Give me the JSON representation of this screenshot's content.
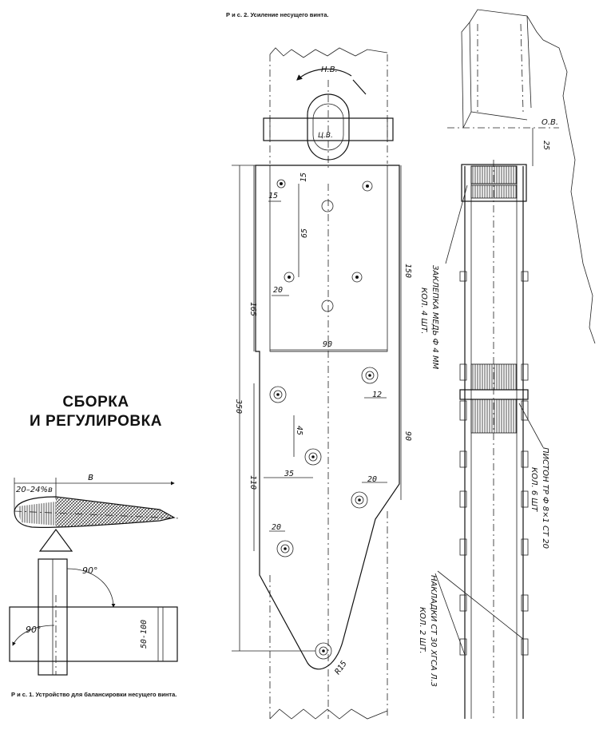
{
  "heading": {
    "line1": "СБОРКА",
    "line2": "И РЕГУЛИРОВКА"
  },
  "fig1": {
    "caption": "Р и с. 1. Устройство для балансировки несущего винта.",
    "chord_label": "в",
    "balance_point_label": "20–24%в",
    "angle_top": "90°",
    "angle_left": "90°",
    "width_label": "50-100"
  },
  "fig2": {
    "caption": "Р и с. 2. Усиление несущего винта.",
    "hub_axis_label": "Н.В.",
    "center_label": "Ц.В.",
    "dims": {
      "d15a": "15",
      "d15b": "15",
      "d65": "65",
      "d20a": "20",
      "d165": "165",
      "d150": "150",
      "d90w": "90",
      "d350": "350",
      "d12": "12",
      "d45": "45",
      "d90": "90",
      "d35": "35",
      "d110": "110",
      "d20b": "20",
      "d20c": "20",
      "r15": "R15"
    }
  },
  "fig3": {
    "ov_label": "О.В.",
    "d25": "25",
    "rivet_note": [
      "ЗАКЛЕПКА МЕДЬ Ф 4 ММ",
      "КОЛ. 4 ШТ."
    ],
    "piston_note": [
      "ПИСТОН ТР Ф 8×1 СТ 20",
      "КОЛ. 6 ШТ"
    ],
    "plate_note": [
      "НАКЛАДКИ СТ 30 ХГСА Л.3",
      "КОЛ. 2 ШТ."
    ]
  }
}
